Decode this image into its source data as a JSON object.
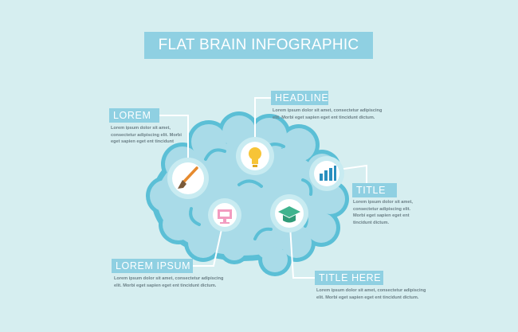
{
  "title": "FLAT BRAIN INFOGRAPHIC",
  "colors": {
    "background": "#d6eef0",
    "accent": "#8fd0e2",
    "brain_fill": "#a9dbe8",
    "brain_outline": "#5bbfd6",
    "bulb": "#f7c437",
    "monitor": "#f29cc0",
    "cap": "#40b38e",
    "chart": "#2a8fbf",
    "brush": "#e68a2e"
  },
  "items": [
    {
      "id": "lorem",
      "label": "LOREM",
      "icon": "paintbrush-icon",
      "lines": [
        "Lorem ipsum dolor sit amet,",
        "consectetur adipiscing elit. Morbi",
        "eget sapien eget ent tincidunt"
      ]
    },
    {
      "id": "headline",
      "label": "HEADLINE",
      "icon": "lightbulb-icon",
      "lines": [
        "Lorem ipsum dolor sit amet, consectetur adipiscing",
        "elit. Morbi eget sapien eget ent tincidunt dictum."
      ]
    },
    {
      "id": "title",
      "label": "TITLE",
      "icon": "bar-chart-icon",
      "lines": [
        "Lorem ipsum dolor sit amet,",
        "consectetur adipiscing elit.",
        "Morbi eget sapien eget ent",
        "tincidunt dictum."
      ]
    },
    {
      "id": "lorem-ipsum",
      "label": "LOREM IPSUM",
      "icon": "monitor-icon",
      "lines": [
        "Lorem ipsum dolor sit amet, consectetur adipiscing",
        "elit. Morbi eget sapien eget ent tincidunt dictum."
      ]
    },
    {
      "id": "title-here",
      "label": "TITLE HERE",
      "icon": "graduation-cap-icon",
      "lines": [
        "Lorem ipsum dolor sit amet, consectetur adipiscing",
        "elit. Morbi eget sapien eget ent tincidunt dictum."
      ]
    }
  ]
}
